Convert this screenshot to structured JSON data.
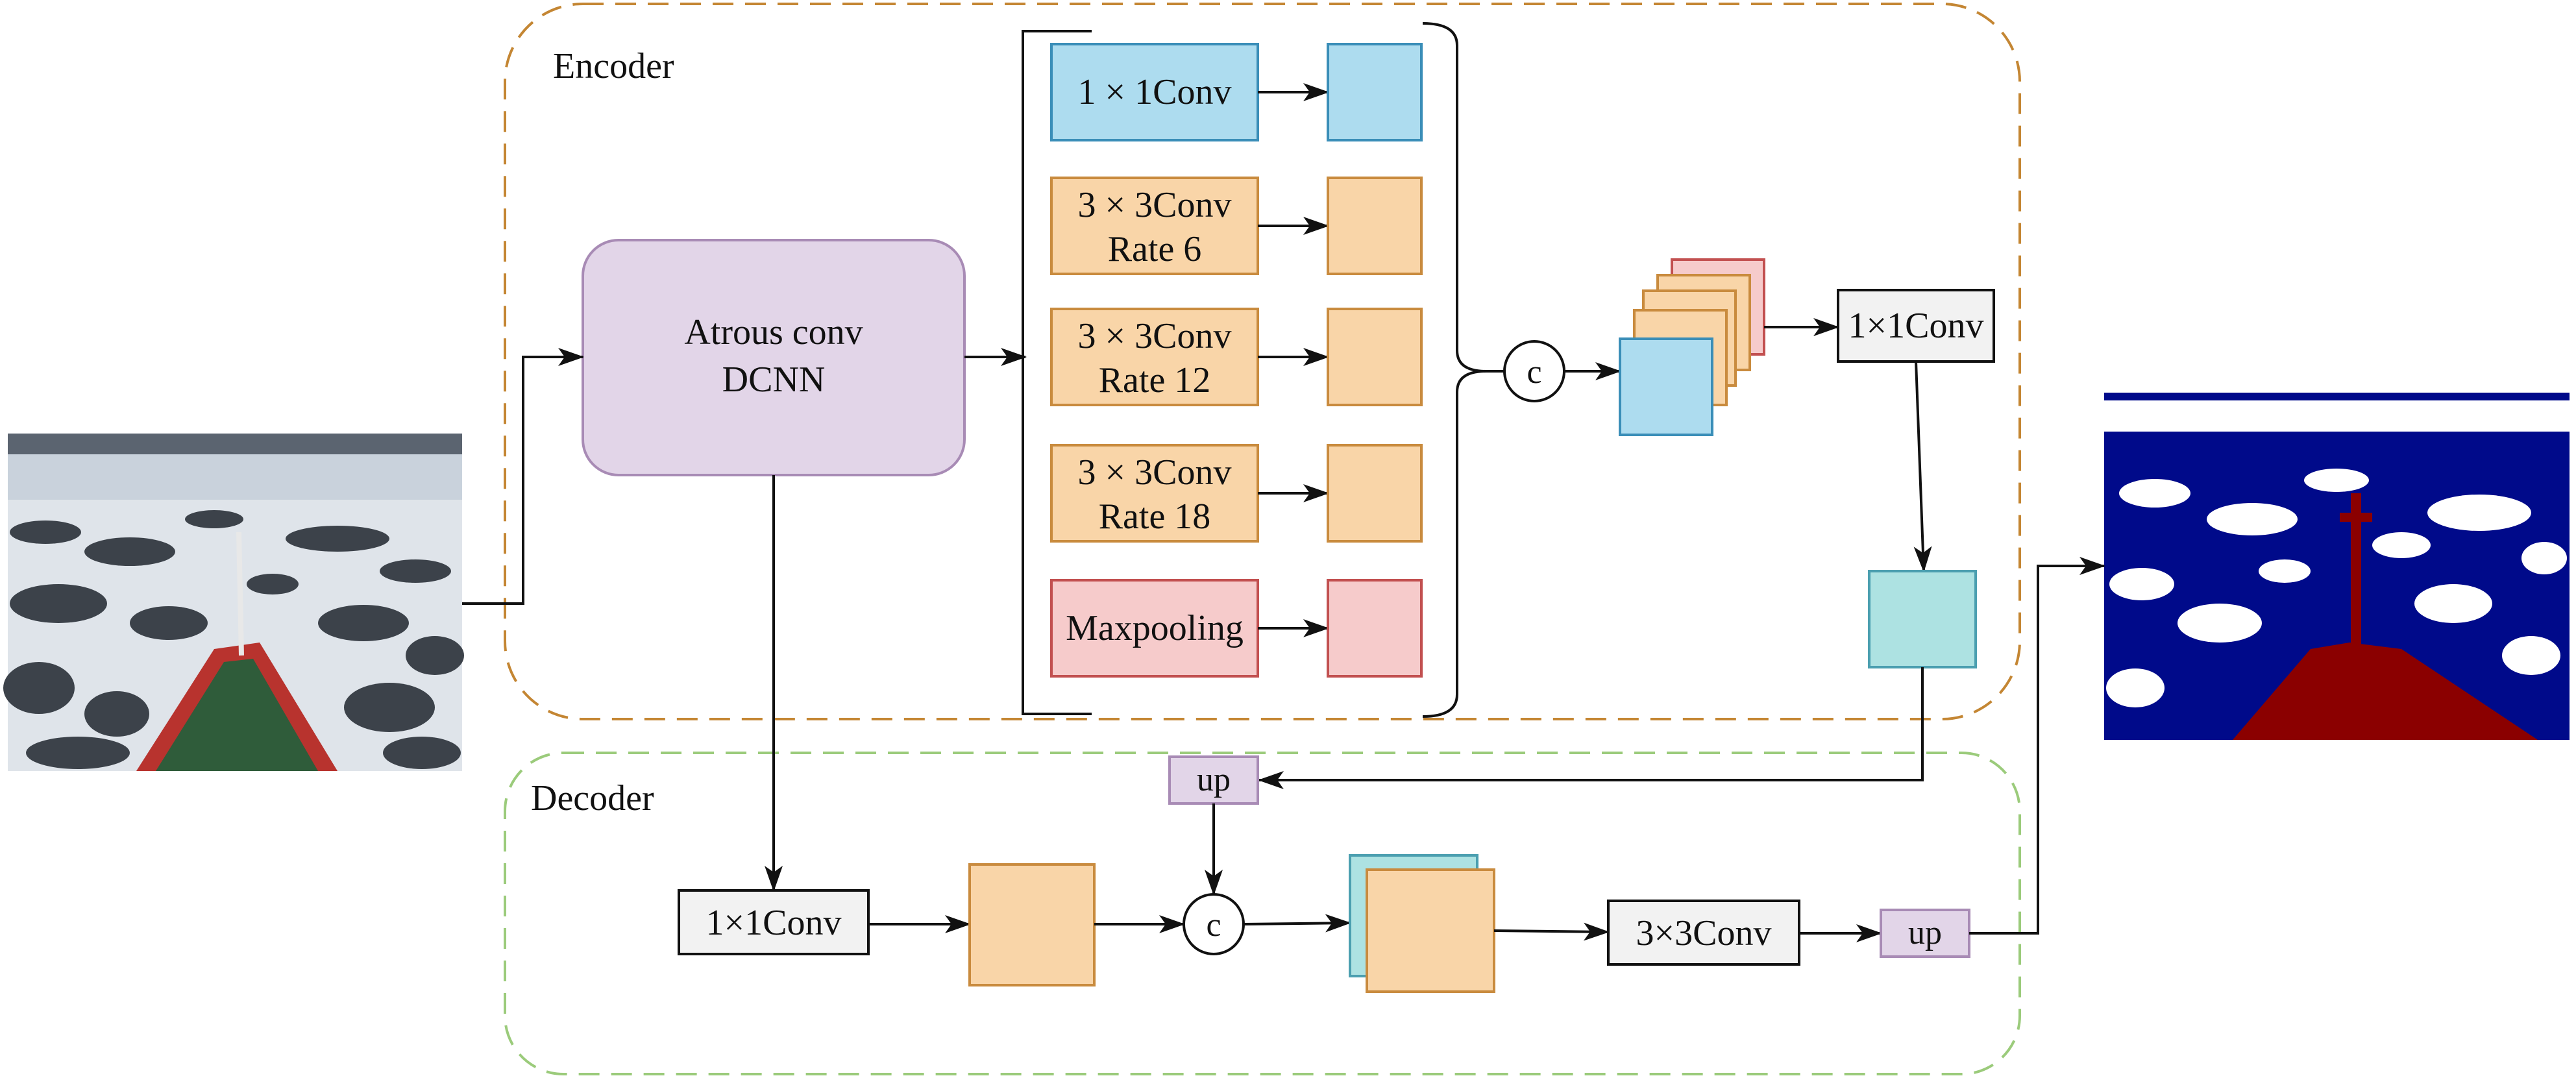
{
  "encoder": {
    "label": "Encoder"
  },
  "decoder": {
    "label": "Decoder"
  },
  "backbone": {
    "line1": "Atrous conv",
    "line2": "DCNN"
  },
  "aspp": {
    "conv1x1": {
      "line1": "1 × 1Conv"
    },
    "rate6": {
      "line1": "3 × 3Conv",
      "line2": "Rate 6"
    },
    "rate12": {
      "line1": "3 × 3Conv",
      "line2": "Rate 12"
    },
    "rate18": {
      "line1": "3 × 3Conv",
      "line2": "Rate 18"
    },
    "pool": {
      "line1": "Maxpooling"
    }
  },
  "concat_symbol": "c",
  "encoder_out_conv": "1×1Conv",
  "up_label": "up",
  "decoder_conv1": "1×1Conv",
  "decoder_conv3": "3×3Conv",
  "colors": {
    "encoder_border": "#C48633",
    "decoder_border": "#9BCB7B",
    "purple": "#E2D5E8",
    "purple_border": "#A88BB5",
    "blue": "#ADDCEF",
    "blue_border": "#3A8EB8",
    "orange": "#F9D5A8",
    "orange_border": "#C98B3E",
    "pink": "#F6CBCB",
    "pink_border": "#C25050",
    "teal": "#ADE2E2",
    "teal_border": "#4B9FB0",
    "gray": "#F2F2F2",
    "ice_water": "#000A8A",
    "ship": "#8B0000"
  }
}
